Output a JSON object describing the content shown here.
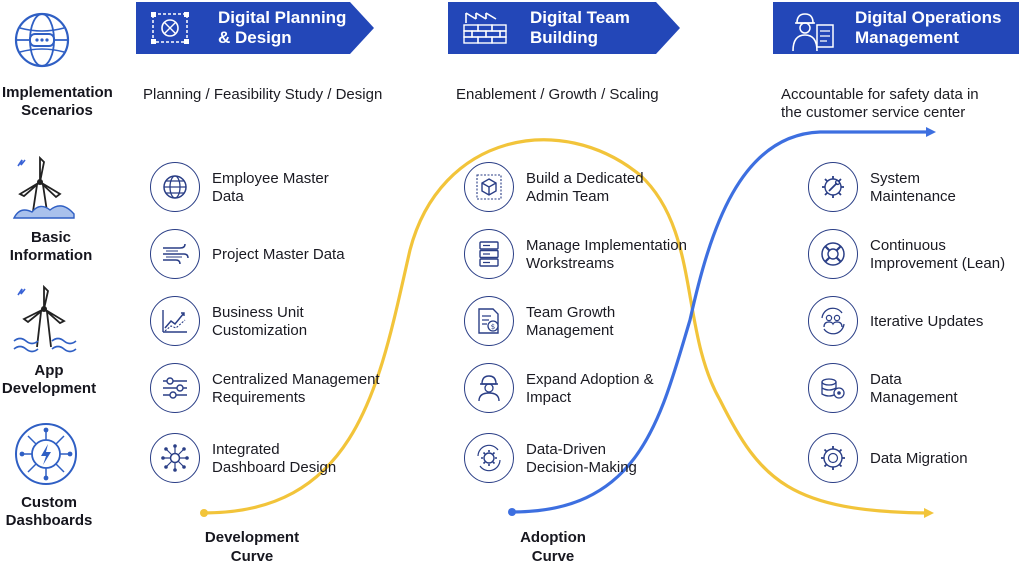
{
  "left_column": [
    {
      "label": "Implementation\nScenarios",
      "icon": "globe-chip-icon"
    },
    {
      "label": "Basic\nInformation",
      "icon": "wind-turbine-icon"
    },
    {
      "label": "App\nDevelopment",
      "icon": "wind-turbine-wave-icon"
    },
    {
      "label": "Custom\nDashboards",
      "icon": "circuit-lightning-icon"
    }
  ],
  "phases": [
    {
      "title": "Digital Planning\n& Design",
      "subtitle": "Planning / Feasibility Study / Design",
      "icon": "blueprint-frame-icon",
      "items": [
        {
          "label": "Employee Master\nData",
          "icon": "globe-icon"
        },
        {
          "label": "Project Master Data",
          "icon": "wind-lines-icon"
        },
        {
          "label": "Business Unit\nCustomization",
          "icon": "trend-chart-icon"
        },
        {
          "label": "Centralized Management\nRequirements",
          "icon": "sliders-icon"
        },
        {
          "label": "Integrated\nDashboard Design",
          "icon": "network-hub-icon"
        }
      ]
    },
    {
      "title": "Digital Team\nBuilding",
      "subtitle": "Enablement / Growth / Scaling",
      "icon": "brick-wall-crane-icon",
      "items": [
        {
          "label": "Build a Dedicated\nAdmin Team",
          "icon": "cube-frame-icon"
        },
        {
          "label": "Manage Implementation\nWorkstreams",
          "icon": "server-stack-icon"
        },
        {
          "label": "Team Growth\nManagement",
          "icon": "document-dollar-icon"
        },
        {
          "label": "Expand Adoption &\nImpact",
          "icon": "worker-icon"
        },
        {
          "label": "Data-Driven\nDecision-Making",
          "icon": "gear-cycle-icon"
        }
      ]
    },
    {
      "title": "Digital Operations\nManagement",
      "subtitle": "Accountable for safety data in\nthe customer service center",
      "icon": "engineer-clipboard-icon",
      "items": [
        {
          "label": "System\nMaintenance",
          "icon": "gear-wrench-icon"
        },
        {
          "label": "Continuous\nImprovement (Lean)",
          "icon": "lifebuoy-icon"
        },
        {
          "label": "Iterative Updates",
          "icon": "team-cycle-icon"
        },
        {
          "label": "Data\nManagement",
          "icon": "gear-database-icon"
        },
        {
          "label": "Data Migration",
          "icon": "gear-coin-icon"
        }
      ]
    }
  ],
  "curves": [
    {
      "label": "Development\nCurve",
      "color": "#f2c43a"
    },
    {
      "label": "Adoption\nCurve",
      "color": "#3d6fe0"
    }
  ],
  "colors": {
    "banner": "#2347b8",
    "icon_stroke": "#2a3e86",
    "accent_blue": "#3d6fe0",
    "accent_yellow": "#f2c43a"
  }
}
